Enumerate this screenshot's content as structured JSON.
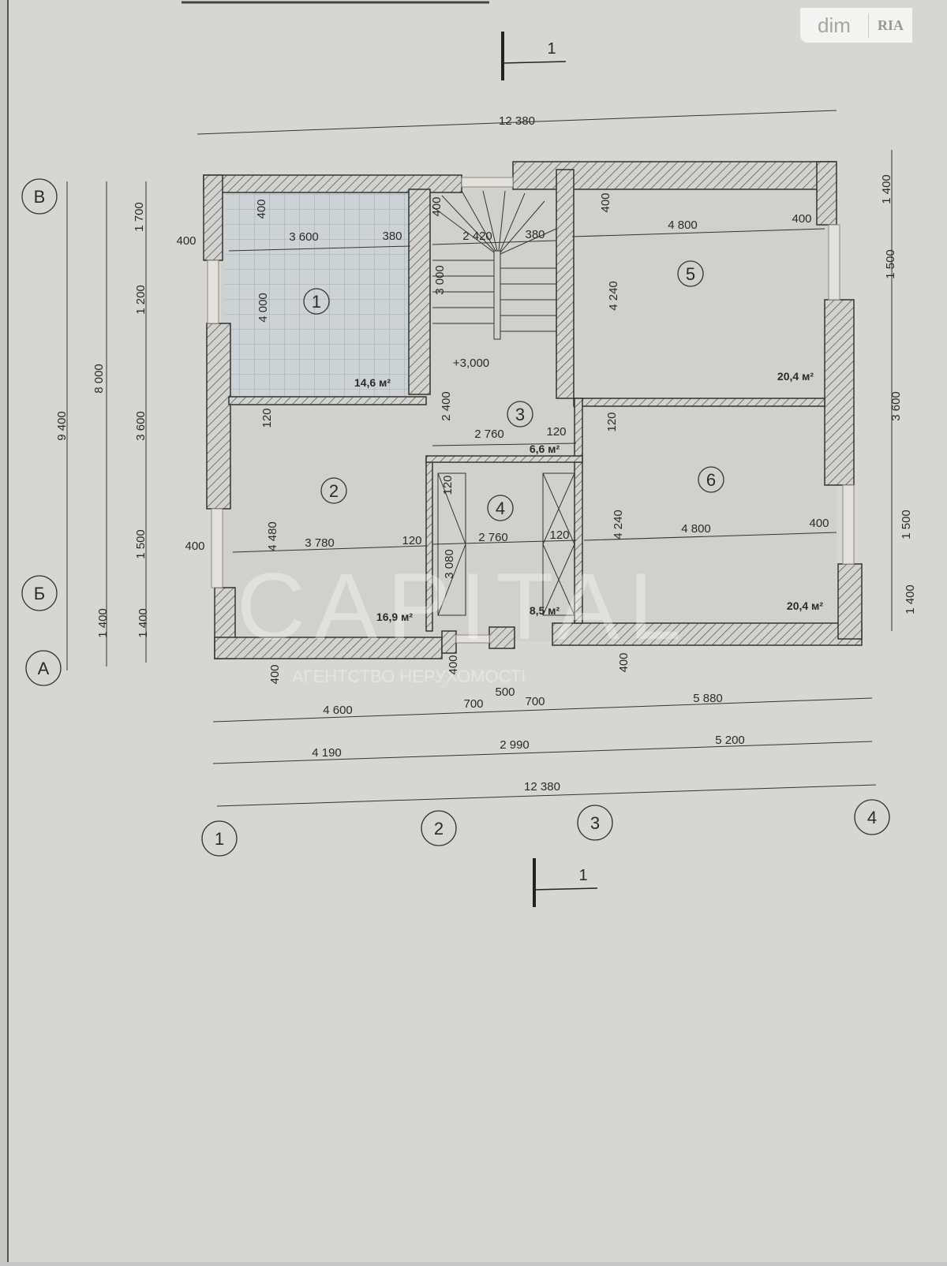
{
  "logo": {
    "brand": "dim",
    "partner": "RIA"
  },
  "watermark": {
    "logo_letters": "CAPITAL",
    "caption": "АГЕНТСТВО НЕРУХОМОСТІ"
  },
  "section_marks": {
    "top": "1",
    "bottom": "1"
  },
  "axes": {
    "rows": [
      "В",
      "Б",
      "А"
    ],
    "columns": [
      "1",
      "2",
      "3",
      "4"
    ]
  },
  "rooms": [
    {
      "number": "1",
      "area": "14,6 м²"
    },
    {
      "number": "2",
      "area": "16,9 м²"
    },
    {
      "number": "3",
      "area": "6,6 м²"
    },
    {
      "number": "4",
      "area": "8,5 м²"
    },
    {
      "number": "5",
      "area": "20,4 м²"
    },
    {
      "number": "6",
      "area": "20,4 м²"
    }
  ],
  "level_mark": "+3,000",
  "dims": {
    "top_total": "12 380",
    "room1": [
      "400",
      "3 600",
      "380",
      "400",
      "4 000"
    ],
    "stair": [
      "400",
      "2 420",
      "380",
      "3 000"
    ],
    "room5": [
      "400",
      "4 800",
      "400",
      "4 240"
    ],
    "room3": [
      "2 400",
      "2 760",
      "120"
    ],
    "room2": [
      "120",
      "4 480",
      "400",
      "3 780",
      "120"
    ],
    "room4": [
      "120",
      "2 760",
      "120",
      "3 080"
    ],
    "room6": [
      "120",
      "4 240",
      "4 800",
      "400"
    ],
    "bottom": [
      "400",
      "400",
      "400",
      "4 600",
      "700",
      "500",
      "700",
      "5 880",
      "4 190",
      "2 990",
      "5 200",
      "12 380"
    ],
    "left": [
      "9 400",
      "8 000",
      "1 400",
      "1 700",
      "1 200",
      "3 600",
      "1 500",
      "1 400"
    ],
    "right": [
      "1 400",
      "1 500",
      "3 600",
      "1 500",
      "1 400"
    ]
  }
}
